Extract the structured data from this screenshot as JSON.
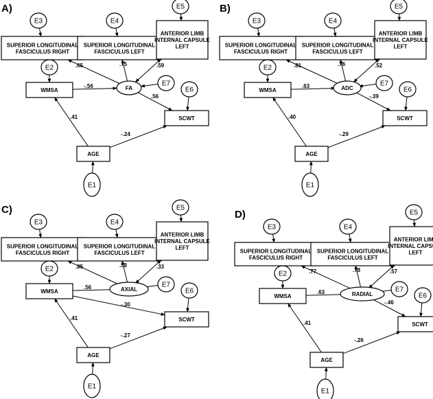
{
  "panels": [
    {
      "label": "A)",
      "center": "FA",
      "nodes": {
        "slf_right": [
          "SUPERIOR LONGITUDINAL",
          "FASCICULUS RIGHT"
        ],
        "slf_left": [
          "SUPERIOR LONGITUDINAL",
          "FASCICULUS LEFT"
        ],
        "alic_left": [
          "ANTERIOR LIMB",
          "INTERNAL CAPSULE",
          "LEFT"
        ],
        "wmsa": "WMSA",
        "scwt": "SCWT",
        "age": "AGE"
      },
      "errors": {
        "e1": "E1",
        "e2": "E2",
        "e3": "E3",
        "e4": "E4",
        "e5": "E5",
        "e6": "E6",
        "e7": "E7"
      },
      "coefficients": {
        "center_to_slf_right": ".65",
        "center_to_slf_left": ".75",
        "center_to_alic": ".59",
        "wmsa_to_center": "-.56",
        "center_to_scwt": ".56",
        "age_to_wmsa": ".41",
        "age_to_scwt": "-.24",
        "wmsa_to_scwt": ""
      }
    },
    {
      "label": "B)",
      "center": "ADC",
      "nodes": {
        "slf_right": [
          "SUPERIOR LONGITUDINAL",
          "FASCICULUS RIGHT"
        ],
        "slf_left": [
          "SUPERIOR LONGITUDINAL",
          "FASCICULUS LEFT"
        ],
        "alic_left": [
          "ANTERIOR LIMB",
          "INTERNAL CAPSULE",
          "LEFT"
        ],
        "wmsa": "WMSA",
        "scwt": "SCWT",
        "age": "AGE"
      },
      "errors": {
        "e1": "E1",
        "e2": "E2",
        "e3": "E3",
        "e4": "E4",
        "e5": "E5",
        "e6": "E6",
        "e7": "E7"
      },
      "coefficients": {
        "center_to_slf_right": ".81",
        "center_to_slf_left": ".76",
        "center_to_alic": ".52",
        "wmsa_to_center": ".63",
        "center_to_scwt": "-.39",
        "age_to_wmsa": ".40",
        "age_to_scwt": "-.29",
        "wmsa_to_scwt": ""
      }
    },
    {
      "label": "C)",
      "center": "AXIAL",
      "nodes": {
        "slf_right": [
          "SUPERIOR LONGITUDINAL",
          "FASCICULUS RIGHT"
        ],
        "slf_left": [
          "SUPERIOR LONGITUDINAL",
          "FASCICULUS LEFT"
        ],
        "alic_left": [
          "ANTERIOR LIMB",
          "INTERNAL CAPSULE",
          "LEFT"
        ],
        "wmsa": "WMSA",
        "scwt": "SCWT",
        "age": "AGE"
      },
      "errors": {
        "e1": "E1",
        "e2": "E2",
        "e3": "E3",
        "e4": "E4",
        "e5": "E5",
        "e6": "E6",
        "e7": "E7"
      },
      "coefficients": {
        "center_to_slf_right": ".85",
        "center_to_slf_left": ".58",
        "center_to_alic": ".33",
        "wmsa_to_center": ".56",
        "center_to_scwt": "",
        "age_to_wmsa": ".41",
        "age_to_scwt": "-.27",
        "wmsa_to_scwt": "-.30"
      }
    },
    {
      "label": "D)",
      "center": "RADIAL",
      "nodes": {
        "slf_right": [
          "SUPERIOR LONGITUDINAL",
          "FASCICULUS RIGHT"
        ],
        "slf_left": [
          "SUPERIOR LONGITUDINAL",
          "FASCICULUS LEFT"
        ],
        "alic_left": [
          "ANTERIOR LIMB",
          "INTERNAL CAPSULE",
          "LEFT"
        ],
        "wmsa": "WMSA",
        "scwt": "SCWT",
        "age": "AGE"
      },
      "errors": {
        "e1": "E1",
        "e2": "E2",
        "e3": "E3",
        "e4": "E4",
        "e5": "E5",
        "e6": "E6",
        "e7": "E7"
      },
      "coefficients": {
        "center_to_slf_right": ".77",
        "center_to_slf_left": ".78",
        "center_to_alic": ".57",
        "wmsa_to_center": ".63",
        "center_to_scwt": "-.46",
        "age_to_wmsa": ".41",
        "age_to_scwt": "-.26",
        "wmsa_to_scwt": ""
      }
    }
  ]
}
